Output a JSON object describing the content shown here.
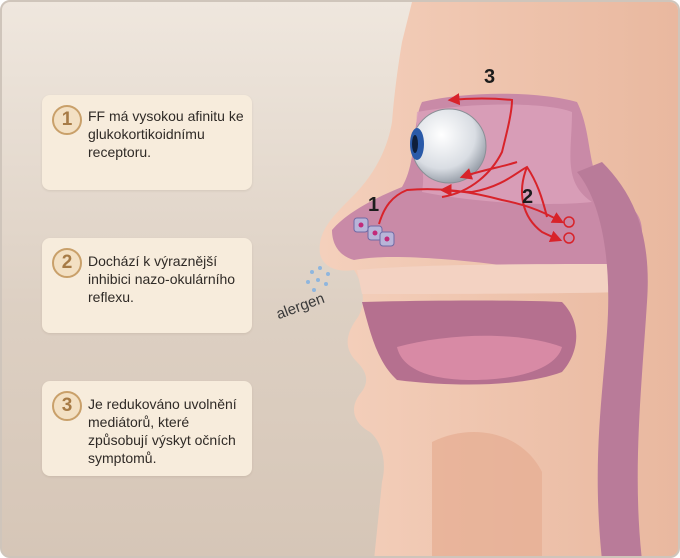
{
  "info_cards": [
    {
      "number": "1",
      "text": "FF má vysokou afinitu ke glukokortikoidnímu receptoru."
    },
    {
      "number": "2",
      "text": "Dochází k výraznější inhibici nazo-okulárního reflexu."
    },
    {
      "number": "3",
      "text": "Je redukováno uvolnění mediátorů, které způsobují výskyt očních symptomů."
    }
  ],
  "diagram_labels": {
    "step1": "1",
    "step2": "2",
    "step3": "3",
    "allergen": "alergen"
  },
  "colors": {
    "arrow": "#d8232a",
    "cavity": "#c98aa7",
    "skin": "#f0c7b0",
    "badge_ring": "#c9a06a"
  }
}
